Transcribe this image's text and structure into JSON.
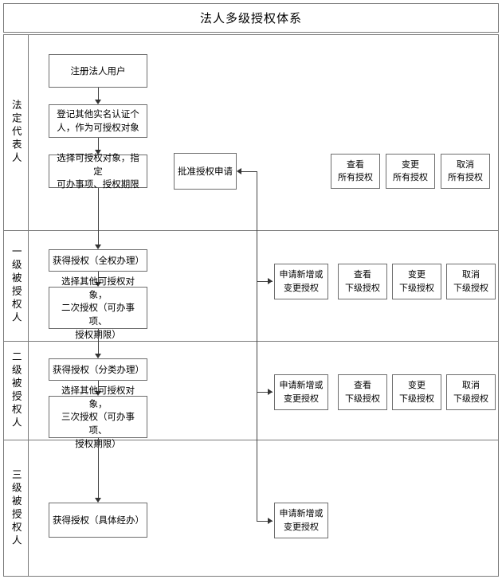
{
  "diagram": {
    "title": "法人多级授权体系",
    "lanes": [
      {
        "id": "legal-representative",
        "label": "法定代表人"
      },
      {
        "id": "level-1-authorized",
        "label": "一级被授权人"
      },
      {
        "id": "level-2-authorized",
        "label": "二级被授权人"
      },
      {
        "id": "level-3-authorized",
        "label": "三级被授权人"
      }
    ],
    "nodes": {
      "register_legal_user": "注册法人用户",
      "register_other_persons": "登记其他实名认证个\n人，作为可授权对象",
      "select_target_and_scope": "选择可授权对象，指定\n可办事项、授权期限",
      "approve_auth_request": "批准授权申请",
      "view_all_auth": "查看\n所有授权",
      "change_all_auth": "变更\n所有授权",
      "cancel_all_auth": "取消\n所有授权",
      "level1_get_auth": "获得授权（全权办理）",
      "level1_sub_delegate": "选择其他可授权对象，\n二次授权（可办事项、\n授权期限）",
      "level1_apply_change": "申请新增或\n变更授权",
      "level1_view_sub": "查看\n下级授权",
      "level1_change_sub": "变更\n下级授权",
      "level1_cancel_sub": "取消\n下级授权",
      "level2_get_auth": "获得授权（分类办理）",
      "level2_sub_delegate": "选择其他可授权对象，\n三次授权（可办事项、\n授权期限）",
      "level2_apply_change": "申请新增或\n变更授权",
      "level2_view_sub": "查看\n下级授权",
      "level2_change_sub": "变更\n下级授权",
      "level2_cancel_sub": "取消\n下级授权",
      "level3_get_auth": "获得授权（具体经办）",
      "level3_apply_change": "申请新增或\n变更授权"
    },
    "colors": {
      "frame_border": "#7a7a7a",
      "box_border": "#6d6d6d",
      "connector": "#444444",
      "background": "#ffffff",
      "text": "#000000"
    }
  }
}
